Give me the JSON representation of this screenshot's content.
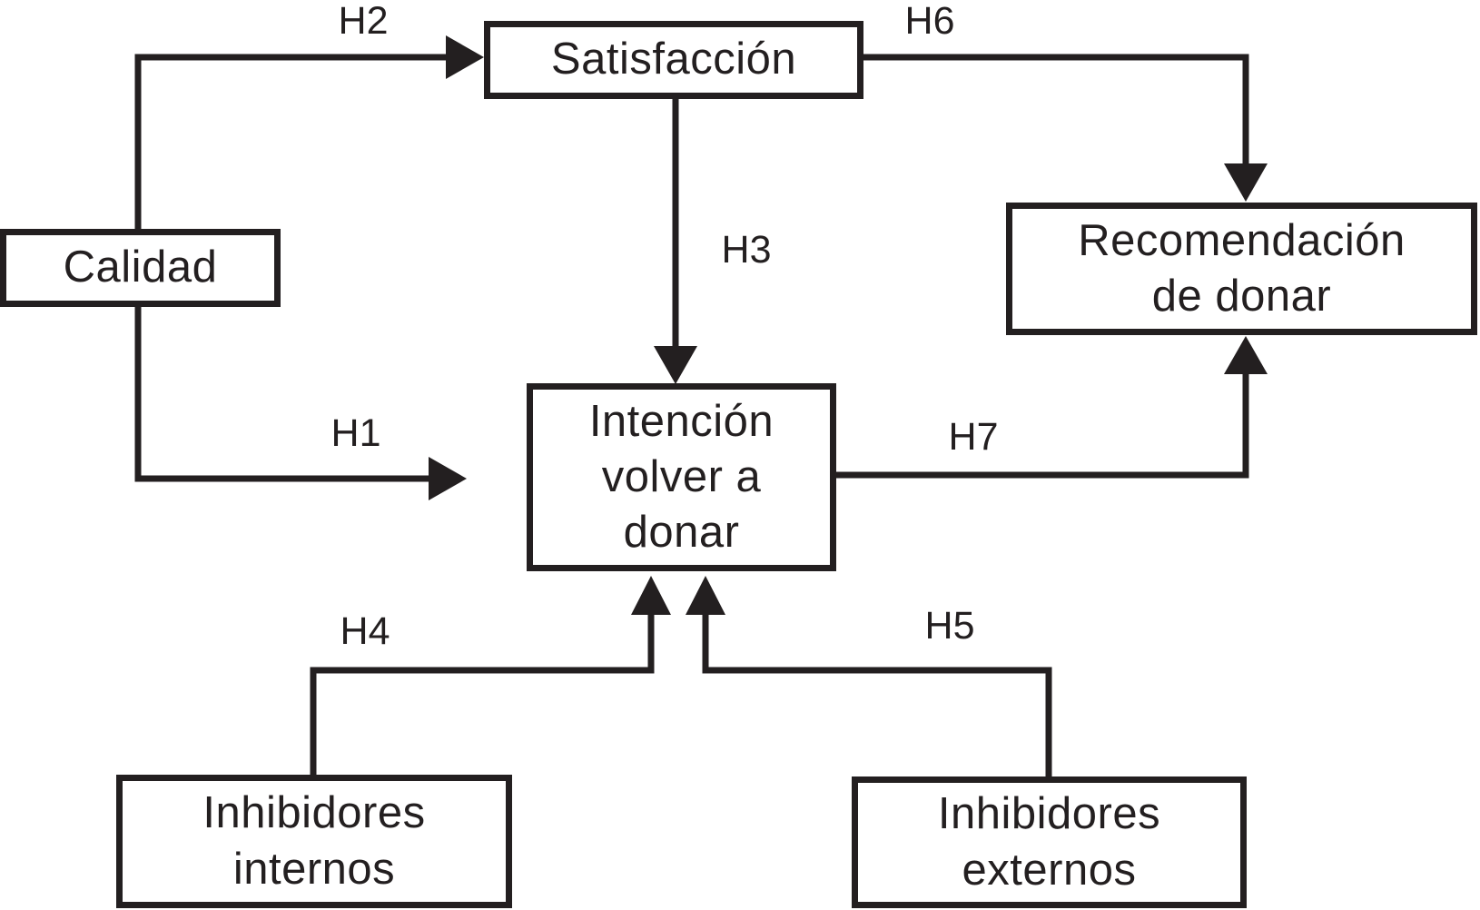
{
  "figure": {
    "background_color": "#ffffff",
    "line_color": "#231f20",
    "nodes": {
      "calidad": {
        "label": "Calidad"
      },
      "satisfaccion": {
        "label": "Satisfacción"
      },
      "recomendacion_de_donar": {
        "label": "Recomendación\nde donar"
      },
      "intencion_volver_a_donar": {
        "label": "Intención\nvolver a\ndonar"
      },
      "inhibidores_internos": {
        "label": "Inhibidores\ninternos"
      },
      "inhibidores_externos": {
        "label": "Inhibidores\nexternos"
      }
    },
    "edges": {
      "h1": {
        "label": "H1",
        "from": "calidad",
        "to": "intencion_volver_a_donar"
      },
      "h2": {
        "label": "H2",
        "from": "calidad",
        "to": "satisfaccion"
      },
      "h3": {
        "label": "H3",
        "from": "satisfaccion",
        "to": "intencion_volver_a_donar"
      },
      "h4": {
        "label": "H4",
        "from": "inhibidores_internos",
        "to": "intencion_volver_a_donar"
      },
      "h5": {
        "label": "H5",
        "from": "inhibidores_externos",
        "to": "intencion_volver_a_donar"
      },
      "h6": {
        "label": "H6",
        "from": "satisfaccion",
        "to": "recomendacion_de_donar"
      },
      "h7": {
        "label": "H7",
        "from": "intencion_volver_a_donar",
        "to": "recomendacion_de_donar"
      }
    }
  }
}
